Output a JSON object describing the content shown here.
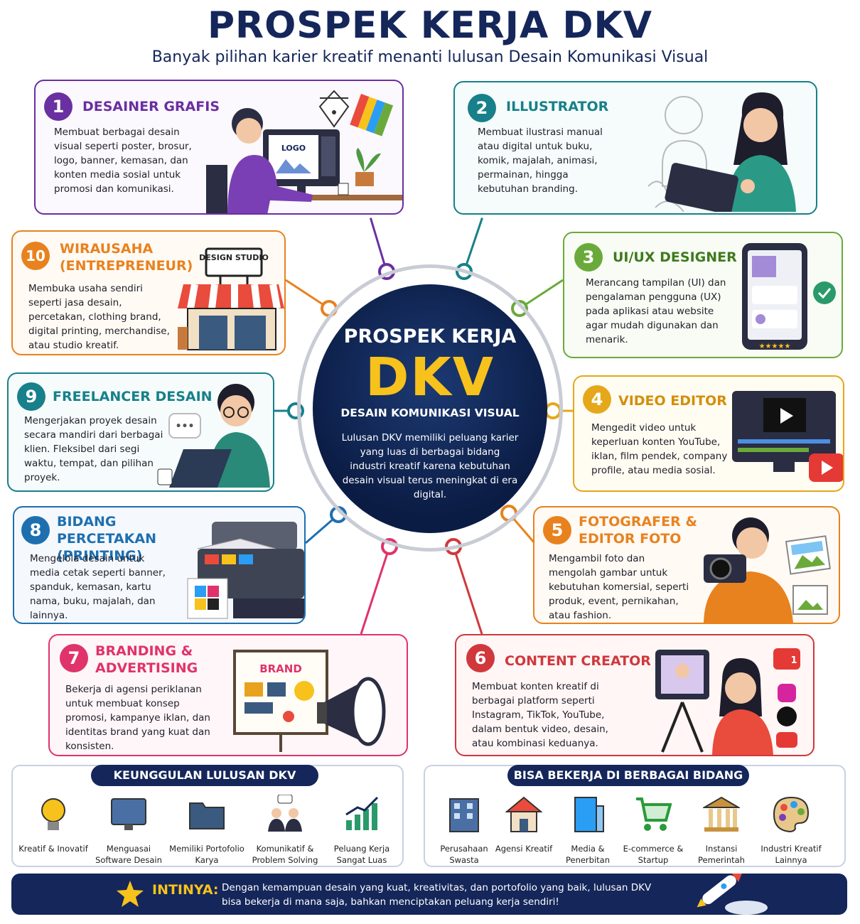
{
  "title": "PROSPEK KERJA DKV",
  "subtitle": "Banyak pilihan karier kreatif menanti lulusan Desain Komunikasi Visual",
  "center": {
    "line1": "PROSPEK KERJA",
    "line2": "DKV",
    "line3": "DESAIN KOMUNIKASI VISUAL",
    "desc": "Lulusan DKV memiliki peluang karier yang luas di berbagai bidang industri kreatif karena kebutuhan desain visual terus meningkat di era digital."
  },
  "careers": [
    {
      "num": "1",
      "title": "DESAINER GRAFIS",
      "desc": "Membuat berbagai desain visual seperti poster, brosur, logo, banner, kemasan, dan konten media sosial untuk promosi dan komunikasi.",
      "color": "#6a2fa0",
      "badge_text": "LOGO"
    },
    {
      "num": "2",
      "title": "ILLUSTRATOR",
      "desc": "Membuat ilustrasi manual atau digital untuk buku, komik, majalah, animasi, permainan, hingga kebutuhan branding.",
      "color": "#17808a"
    },
    {
      "num": "3",
      "title": "UI/UX DESIGNER",
      "desc": "Merancang tampilan (UI) dan pengalaman pengguna (UX) pada aplikasi atau website agar mudah digunakan dan menarik.",
      "color": "#6aaa3a",
      "rating": "★★★★★"
    },
    {
      "num": "4",
      "title": "VIDEO EDITOR",
      "desc": "Mengedit video untuk keperluan konten YouTube, iklan, film pendek, company profile, atau media sosial.",
      "color": "#e5a81a"
    },
    {
      "num": "5",
      "title": "FOTOGRAFER & EDITOR FOTO",
      "desc": "Mengambil foto dan mengolah gambar untuk kebutuhan komersial, seperti produk, event, pernikahan, atau fashion.",
      "color": "#e8821e"
    },
    {
      "num": "6",
      "title": "CONTENT CREATOR",
      "desc": "Membuat konten kreatif di berbagai platform seperti Instagram, TikTok, YouTube, dalam bentuk video, desain, atau kombinasi keduanya.",
      "color": "#d0383c",
      "like_count": "1"
    },
    {
      "num": "7",
      "title": "BRANDING & ADVERTISING",
      "desc": "Bekerja di agensi periklanan untuk membuat konsep promosi, kampanye iklan, dan identitas brand yang kuat dan konsisten.",
      "color": "#e0336b",
      "board_text": "BRAND"
    },
    {
      "num": "8",
      "title": "BIDANG PERCETAKAN (PRINTING)",
      "desc": "Mengelola desain untuk media cetak seperti banner, spanduk, kemasan, kartu nama, buku, majalah, dan lainnya.",
      "color": "#1e6fb0"
    },
    {
      "num": "9",
      "title": "FREELANCER DESAIN",
      "desc": "Mengerjakan proyek desain secara mandiri dari berbagai klien. Fleksibel dari segi waktu, tempat, dan pilihan proyek.",
      "color": "#17808a",
      "bubble_text": "•••"
    },
    {
      "num": "10",
      "title": "WIRAUSAHA (ENTREPRENEUR)",
      "desc": "Membuka usaha sendiri seperti jasa desain, percetakan, clothing brand, digital printing, merchandise, atau studio kreatif.",
      "color": "#e8821e",
      "sign_text": "DESIGN STUDIO"
    }
  ],
  "advantages": {
    "title": "KEUNGGULAN LULUSAN DKV",
    "items": [
      {
        "label": "Kreatif & Inovatif",
        "icon": "lightbulb-icon"
      },
      {
        "label": "Menguasai Software Desain",
        "icon": "monitor-design-icon"
      },
      {
        "label": "Memiliki Portofolio Karya",
        "icon": "folder-icon"
      },
      {
        "label": "Komunikatif & Problem Solving",
        "icon": "people-chat-icon"
      },
      {
        "label": "Peluang Kerja Sangat Luas",
        "icon": "growth-chart-icon"
      }
    ]
  },
  "fields": {
    "title": "BISA BEKERJA DI BERBAGAI BIDANG",
    "items": [
      {
        "label": "Perusahaan Swasta",
        "icon": "office-building-icon"
      },
      {
        "label": "Agensi Kreatif",
        "icon": "agency-house-icon"
      },
      {
        "label": "Media & Penerbitan",
        "icon": "media-building-icon"
      },
      {
        "label": "E-commerce & Startup",
        "icon": "shopping-cart-icon"
      },
      {
        "label": "Instansi Pemerintah",
        "icon": "government-building-icon"
      },
      {
        "label": "Industri Kreatif Lainnya",
        "icon": "palette-icon"
      }
    ]
  },
  "footer": {
    "key": "INTINYA:",
    "text": "Dengan kemampuan desain yang kuat, kreativitas, dan portofolio yang baik, lulusan DKV bisa bekerja di mana saja, bahkan menciptakan peluang kerja sendiri!"
  }
}
